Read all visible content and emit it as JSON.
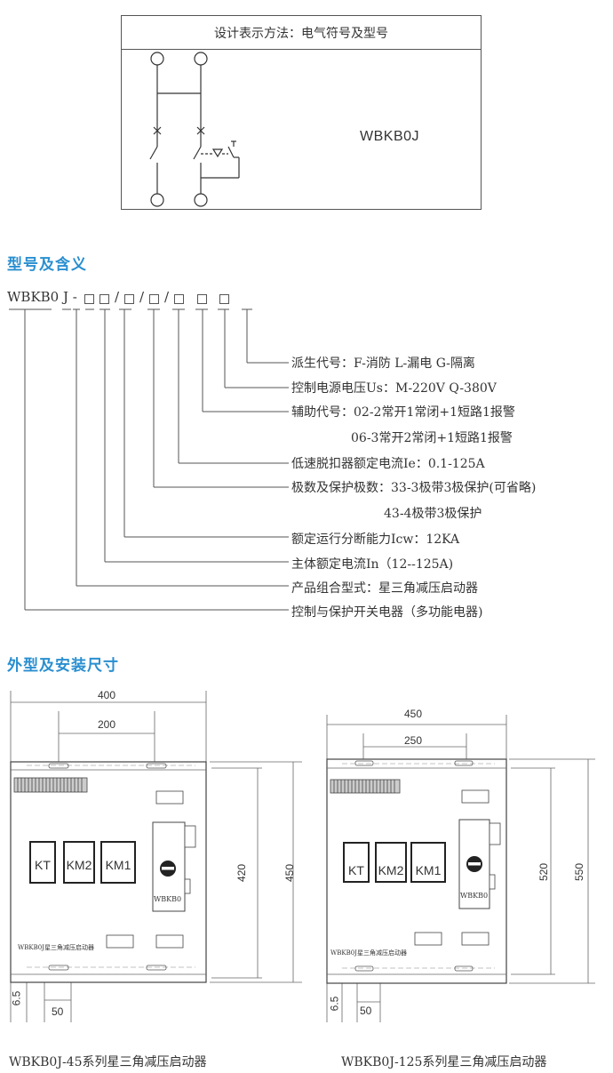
{
  "symbol_section": {
    "header": "设计表示方法：电气符号及型号",
    "model": "WBKB0J"
  },
  "model_section": {
    "title": "型号及含义",
    "code_prefix": "WBKB0 J -",
    "separators": [
      "/",
      "/",
      "/"
    ],
    "descriptions": [
      "派生代号：F-消防 L-漏电 G-隔离",
      "控制电源电压Us：M-220V Q-380V",
      "辅助代号：02-2常开1常闭+1短路1报警",
      "06-3常开2常闭+1短路1报警",
      "低速脱扣器额定电流Ie：0.1-125A",
      "极数及保护极数：33-3极带3极保护(可省略)",
      "43-4极带3极保护",
      "额定运行分断能力Icw：12KA",
      "主体额定电流In（12--125A)",
      "产品组合型式：星三角减压启动器",
      "控制与保护开关电器（多功能电器)"
    ]
  },
  "outline_section": {
    "title": "外型及安装尺寸",
    "left": {
      "width_total": "400",
      "width_inner": "200",
      "height_inner": "420",
      "height_total": "450",
      "offset_left": "6.5",
      "offset_bottom": "50",
      "contactors": [
        "KT",
        "KM2",
        "KM1"
      ],
      "device_label": "WBKB0",
      "panel_label": "WBKB0J星三角减压启动器",
      "caption": "WBKB0J-45系列星三角减压启动器"
    },
    "right": {
      "width_total": "450",
      "width_inner": "250",
      "height_inner": "520",
      "height_total": "550",
      "offset_left": "6.5",
      "offset_bottom": "50",
      "contactors": [
        "KT",
        "KM2",
        "KM1"
      ],
      "device_label": "WBKB0",
      "panel_label": "WBKB0J星三角减压启动器",
      "caption": "WBKB0J-125系列星三角减压启动器"
    }
  },
  "colors": {
    "accent": "#2a8fd0",
    "line": "#555555"
  }
}
